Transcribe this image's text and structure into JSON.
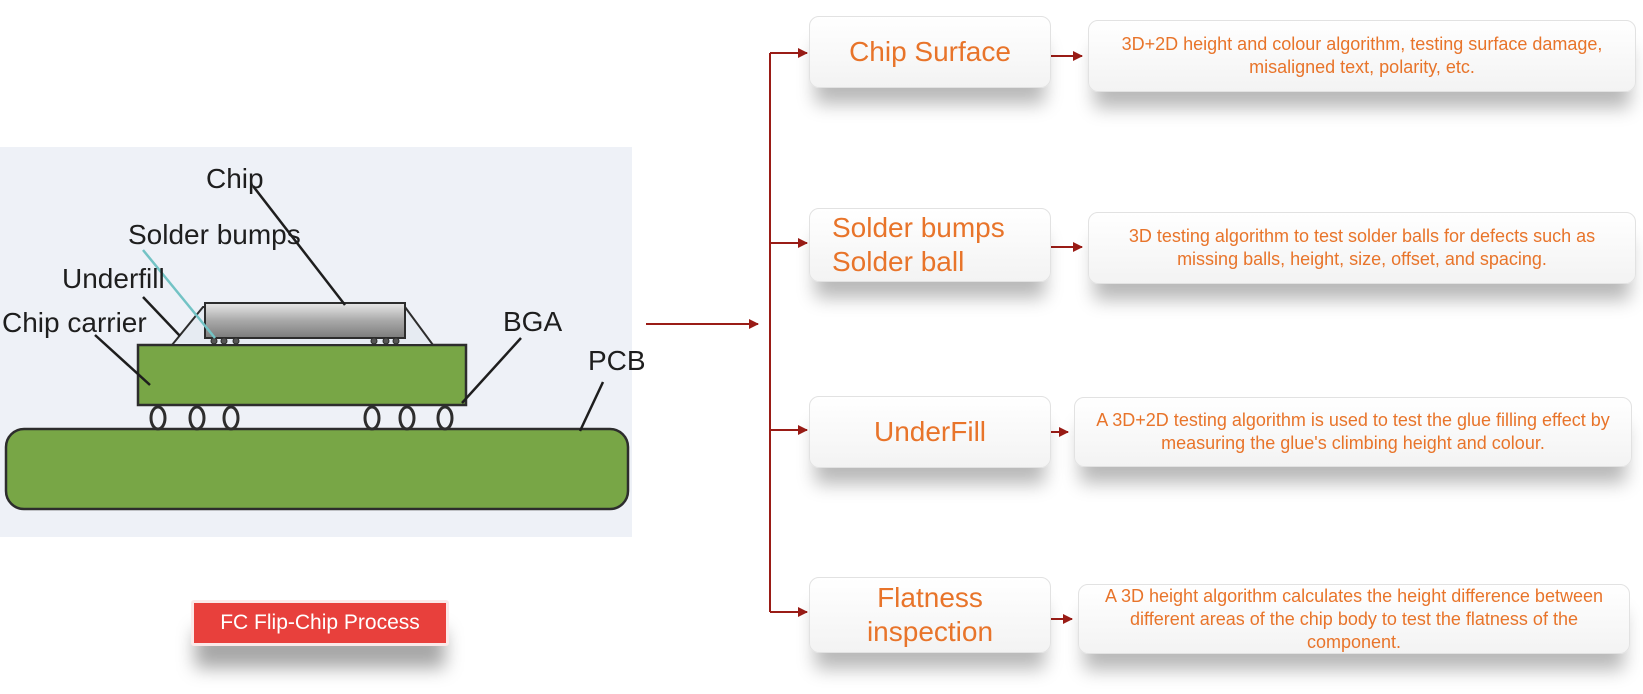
{
  "illustration": {
    "labels": {
      "chip": "Chip",
      "solder_bumps": "Solder bumps",
      "underfill": "Underfill",
      "chip_carrier": "Chip carrier",
      "bga": "BGA",
      "pcb": "PCB"
    },
    "caption": "FC Flip-Chip Process"
  },
  "rows": [
    {
      "category": "Chip Surface",
      "description": "3D+2D height and colour algorithm, testing surface damage, misaligned text, polarity, etc."
    },
    {
      "category": "Solder bumps\nSolder ball",
      "description": "3D testing algorithm to test solder balls for defects such as missing balls, height, size, offset, and spacing."
    },
    {
      "category": "UnderFill",
      "description": "A 3D+2D testing algorithm is used to test the glue filling effect by measuring the glue's climbing height and colour."
    },
    {
      "category": "Flatness\ninspection",
      "description": "A 3D height algorithm calculates the height difference between different areas of the chip body to test the flatness of the component."
    }
  ],
  "colors": {
    "accent_text": "#e8742a",
    "arrow": "#9a1c16",
    "badge": "#e8403c",
    "green": "#78a646"
  }
}
